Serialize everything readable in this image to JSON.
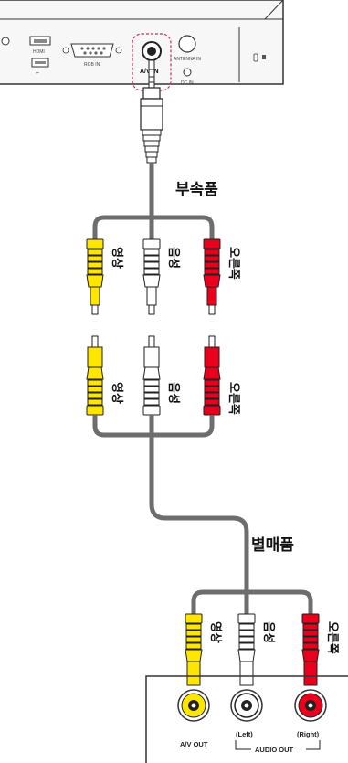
{
  "projector": {
    "hdmi_label": "HDMI",
    "rgb_label": "RGB IN",
    "av_in_label": "A/V IN",
    "antenna_label": "ANTENNA IN",
    "dc_label": "DC IN"
  },
  "cable_top": {
    "label": "부속품",
    "plug_labels": {
      "video": "영상",
      "audio": "음성",
      "right": "오른쪽"
    }
  },
  "cable_mid": {
    "plug_labels": {
      "video": "영상",
      "audio": "음성",
      "right": "오른쪽"
    }
  },
  "cable_bottom": {
    "label": "별매품",
    "plug_labels": {
      "video": "영상",
      "audio": "음성",
      "right": "오른쪽"
    }
  },
  "device": {
    "av_out_label": "A/V OUT",
    "left_label": "(Left)",
    "right_label": "(Right)",
    "audio_out_label": "AUDIO OUT"
  },
  "colors": {
    "yellow": "#ffe600",
    "white": "#ffffff",
    "red": "#e8001c",
    "cable_gray": "#6d6d6d",
    "dashed_pink": "#c0306a"
  }
}
